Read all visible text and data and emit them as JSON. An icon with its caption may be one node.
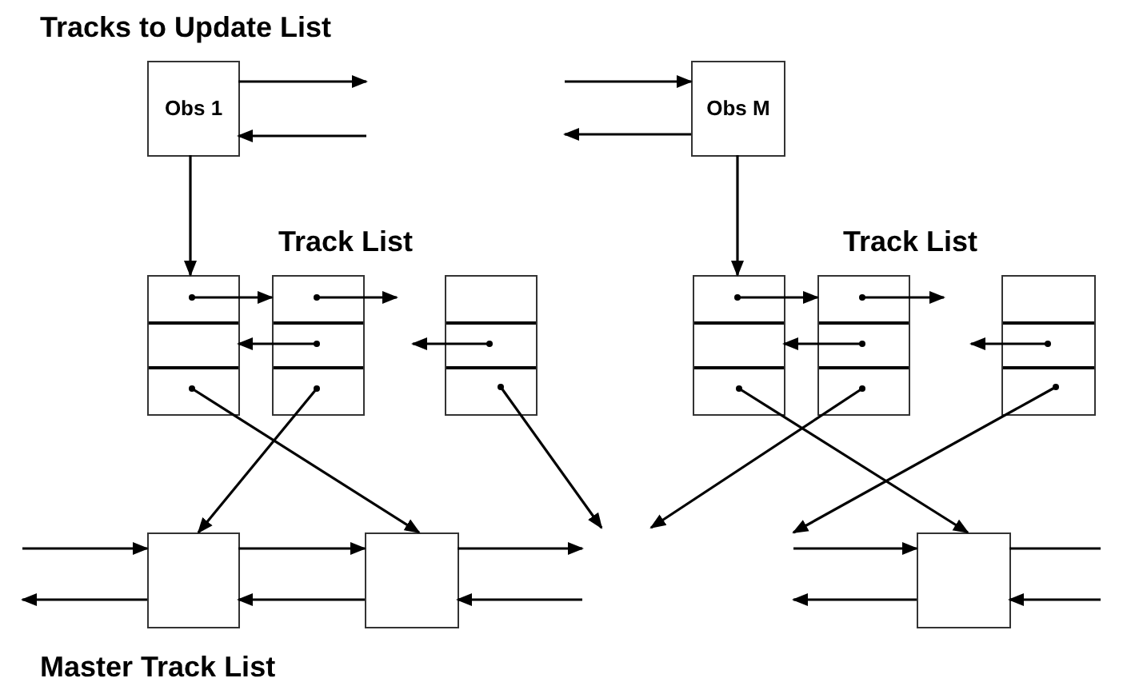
{
  "diagram": {
    "nodes": [
      {
        "text": [
          "Obs 1"
        ]
      },
      {
        "text": [
          "Obs M"
        ]
      },
      {
        "text": [],
        "shape": "box"
      },
      {
        "text": [],
        "shape": "box"
      },
      {
        "text": [],
        "shape": "box"
      },
      {
        "text": [],
        "shape": "box"
      },
      {
        "text": [],
        "shape": "box"
      },
      {
        "text": [],
        "shape": "box"
      },
      {
        "text": [],
        "shape": "box"
      },
      {
        "text": [],
        "shape": "box"
      },
      {
        "text": [],
        "shape": "box"
      }
    ],
    "edges": [
      {
        "from": 0,
        "to": null,
        "arrow": "to"
      },
      {
        "from": null,
        "to": 0,
        "arrow": "to"
      },
      {
        "from": null,
        "to": 1,
        "arrow": "to"
      },
      {
        "from": 1,
        "to": null,
        "arrow": "to"
      },
      {
        "from": 0,
        "to": 2,
        "arrow": "to"
      },
      {
        "from": 1,
        "to": 5,
        "arrow": "to"
      },
      {
        "from": 2,
        "to": 3,
        "arrow": "to"
      },
      {
        "from": 3,
        "to": null,
        "arrow": "to"
      },
      {
        "from": 3,
        "to": 2,
        "arrow": "to"
      },
      {
        "from": 4,
        "to": null,
        "arrow": "to"
      },
      {
        "from": 2,
        "to": 9,
        "arrow": "to"
      },
      {
        "from": 3,
        "to": 8,
        "arrow": "to"
      },
      {
        "from": 4,
        "to": null,
        "arrow": "to"
      },
      {
        "from": 5,
        "to": 6,
        "arrow": "to"
      },
      {
        "from": 6,
        "to": null,
        "arrow": "to"
      },
      {
        "from": 6,
        "to": 5,
        "arrow": "to"
      },
      {
        "from": 7,
        "to": null,
        "arrow": "to"
      },
      {
        "from": 5,
        "to": 10,
        "arrow": "to"
      },
      {
        "from": 6,
        "to": null,
        "arrow": "to"
      },
      {
        "from": 7,
        "to": null,
        "arrow": "to"
      },
      {
        "from": null,
        "to": 8,
        "arrow": "to"
      },
      {
        "from": 8,
        "to": null,
        "arrow": "to"
      },
      {
        "from": 8,
        "to": 9,
        "arrow": "to"
      },
      {
        "from": 9,
        "to": 8,
        "arrow": "to"
      },
      {
        "from": 9,
        "to": null,
        "arrow": "to"
      },
      {
        "from": null,
        "to": 9,
        "arrow": "to"
      },
      {
        "from": null,
        "to": 10,
        "arrow": "to"
      },
      {
        "from": 10,
        "to": null,
        "arrow": "to"
      },
      {
        "from": 10,
        "to": null,
        "arrow": "none"
      },
      {
        "from": null,
        "to": 10,
        "arrow": "to"
      }
    ],
    "labels": [
      "Tracks to Update List",
      "Track List",
      "Track List",
      "Master Track List"
    ]
  }
}
